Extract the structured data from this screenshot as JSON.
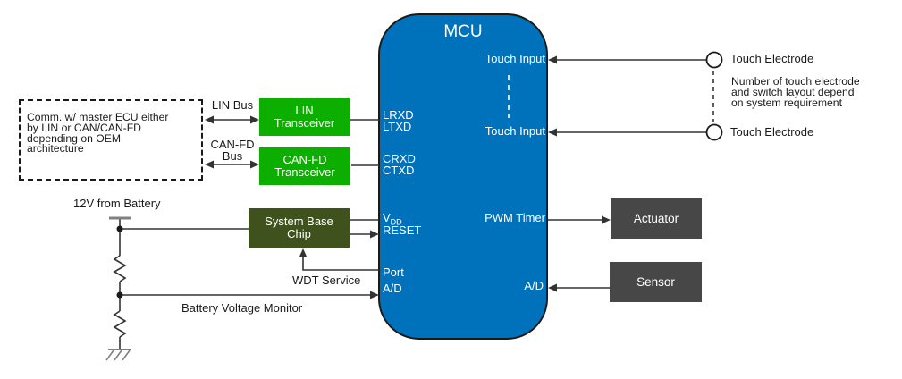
{
  "diagram": {
    "mcu": {
      "title": "MCU",
      "pins_left": {
        "lrxd": "LRXD",
        "ltxd": "LTXD",
        "crxd": "CRXD",
        "ctxd": "CTXD",
        "vdd_main": "V",
        "vdd_sub": "DD",
        "reset": "RESET",
        "port": "Port",
        "ad": "A/D"
      },
      "pins_right": {
        "touch_input_1": "Touch Input",
        "touch_input_2": "Touch Input",
        "pwm_timer": "PWM Timer",
        "ad": "A/D"
      }
    },
    "blocks": {
      "lin_transceiver": {
        "line1": "LIN",
        "line2": "Transceiver"
      },
      "canfd_transceiver": {
        "line1": "CAN-FD",
        "line2": "Transceiver"
      },
      "system_base_chip": {
        "line1": "System Base",
        "line2": "Chip"
      },
      "actuator": "Actuator",
      "sensor": "Sensor"
    },
    "labels": {
      "lin_bus": "LIN Bus",
      "canfd_bus_line1": "CAN-FD",
      "canfd_bus_line2": "Bus",
      "battery_12v": "12V from Battery",
      "wdt_service": "WDT Service",
      "battery_voltage_monitor": "Battery Voltage Monitor",
      "touch_electrode_1": "Touch Electrode",
      "touch_electrode_2": "Touch Electrode"
    },
    "notes": {
      "comm": {
        "line1": "Comm. w/ master ECU either",
        "line2": "by LIN or CAN/CAN-FD",
        "line3": "depending on OEM",
        "line4": "architecture"
      },
      "touch": {
        "line1": "Number of touch electrode",
        "line2": "and switch layout depend",
        "line3": "on system requirement"
      }
    },
    "colors": {
      "mcu_blue": "#0072BC",
      "transceiver_green": "#0CAE00",
      "sbc_olive": "#3F521D",
      "peripheral_gray": "#474747",
      "wire_black": "#333333",
      "wire_gray": "#808080"
    }
  }
}
